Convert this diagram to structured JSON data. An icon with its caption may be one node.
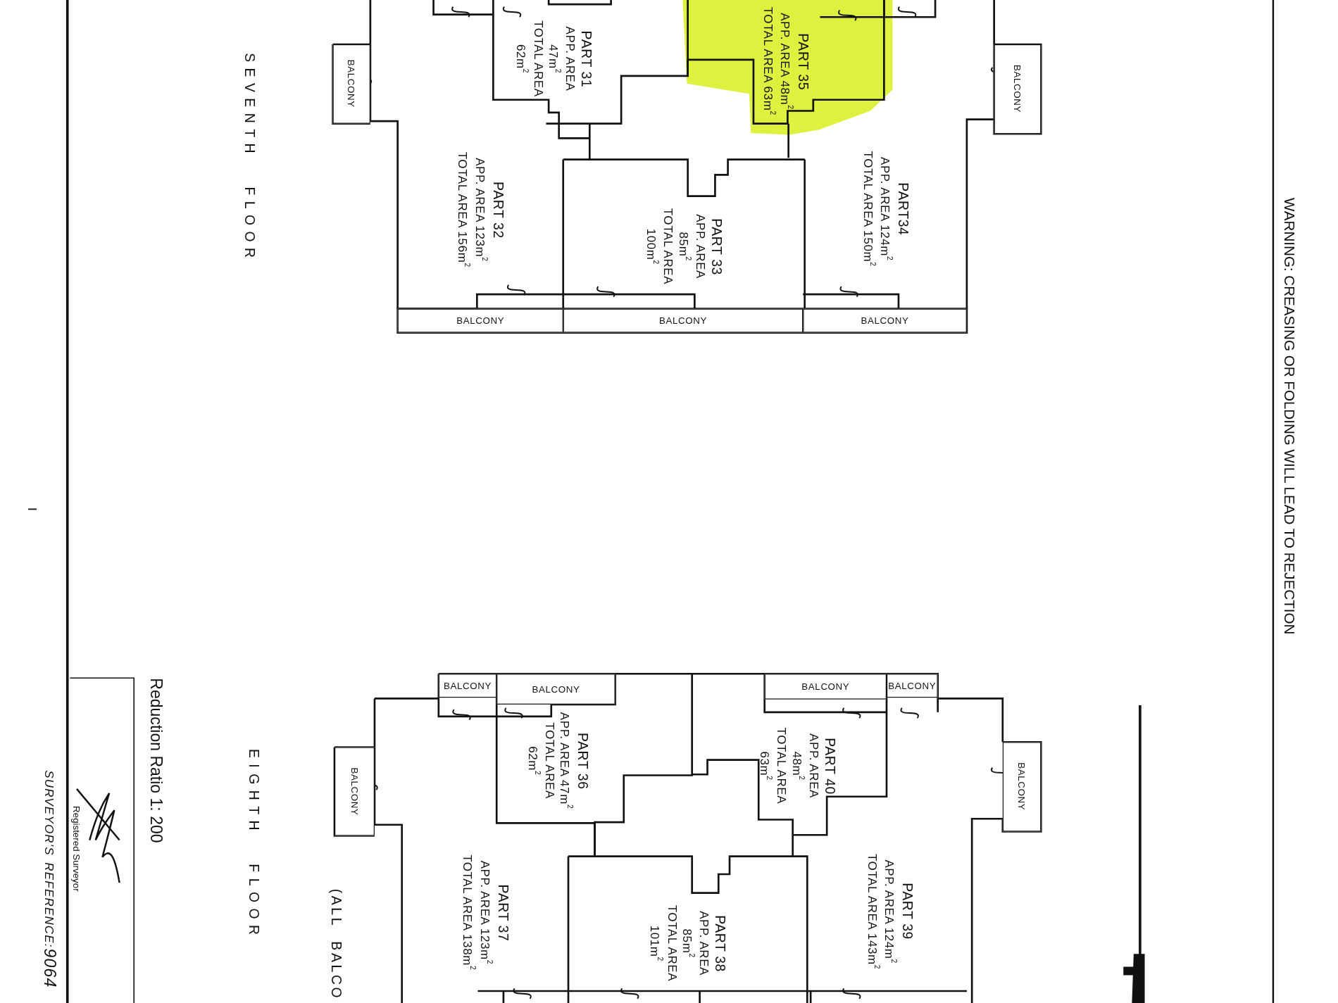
{
  "diagram": {
    "nodes": [
      {
        "text": [
          "PART 31",
          "APP. AREA 47m$^{2}$",
          "TOTAL AREA 62m$^{2}$"
        ]
      },
      {
        "text": [
          "PART 35",
          "APP. AREA 48m$^{2}$",
          "TOTAL AREA 63m$^{2}$"
        ]
      },
      {
        "text": [
          "PART 32",
          "APP. AREA 123m$^{2}$",
          "TOTAL AREA 156m$^{2}$"
        ]
      },
      {
        "text": [
          "PART 33",
          "APP. AREA 85m$^{2}$",
          "TOTAL AREA 100m$^{2}$"
        ]
      },
      {
        "text": [
          "PART34",
          "APP. AREA 124m$^{2}$",
          "TOTAL AREA 150m$^{2}$"
        ]
      },
      {
        "text": [
          "BALCONY"
        ]
      },
      {
        "text": [
          "BALCONY"
        ]
      },
      {
        "text": [
          "BALCONY"
        ]
      },
      {
        "text": [
          "BALCONY"
        ]
      },
      {
        "text": [
          "BALCONY"
        ]
      },
      {
        "text": [
          "BALCONY"
        ]
      },
      {
        "text": [
          "BALCONY"
        ]
      },
      {
        "text": [
          "BALCONY"
        ]
      },
      {
        "text": [
          "BALCONY"
        ]
      },
      {
        "text": [
          "BALCONY"
        ]
      },
      {
        "text": [
          "BALCONY"
        ]
      },
      {
        "text": [
          "PART 36",
          "APP. AREA 47m$^{2}$",
          "TOTAL AREA 62m$^{2}$"
        ]
      },
      {
        "text": [
          "PART 40",
          "APP. AREA 48m$^{2}$",
          "TOTAL AREA 63m$^{2}$"
        ]
      },
      {
        "text": [
          "PART 37",
          "APP. AREA 123m$^{2}$",
          "TOTAL AREA 138m$^{2}$"
        ]
      },
      {
        "text": [
          "PART 38",
          "APP. AREA 85m$^{2}$",
          "TOTAL AREA 101m$^{2}$"
        ]
      },
      {
        "text": [
          "PART 39",
          "APP. AREA 124m$^{2}$",
          "TOTAL AREA 143m$^{2}$"
        ]
      }
    ],
    "labels": [
      "WARNING: CREASING OR FOLDING WILL LEAD TO REJECTION",
      "SEVENTH FLOOR",
      "EIGHTH FLOOR",
      "(ALL BALCO",
      "Reduction Ratio 1: 200",
      "Registered Surveyor",
      "SURVEYOR'S REFERENCE:",
      "9064"
    ]
  }
}
